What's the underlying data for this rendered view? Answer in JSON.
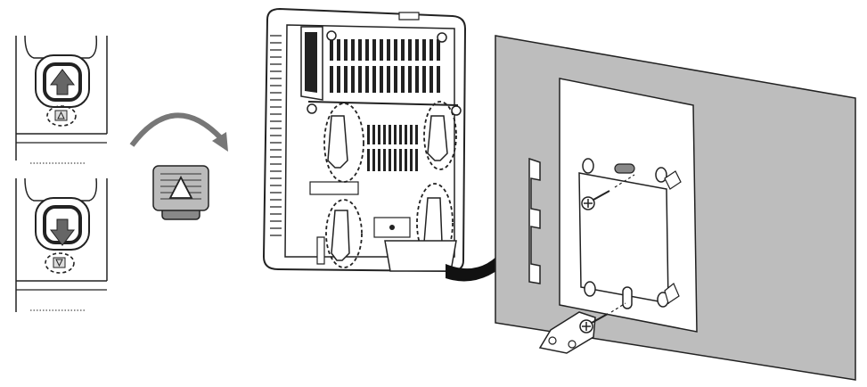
{
  "figure": {
    "panels": [
      {
        "name": "hook-up-detail",
        "arrow_direction": "up",
        "symbol": "triangle-up"
      },
      {
        "name": "hook-down-detail",
        "arrow_direction": "down",
        "symbol": "triangle-down"
      }
    ],
    "rotate_instruction": {
      "arrow": "curved-clockwise",
      "tab_symbol": "triangle-up"
    },
    "device": {
      "view": "rear",
      "highlighted_hooks": 4
    },
    "wall_plate": {
      "screws": 2,
      "pegs": 4,
      "slots": 2
    },
    "colors": {
      "line": "#222222",
      "wall": "#bdbdbd",
      "device_fill": "#ffffff",
      "tab_fill": "#8a8a8a",
      "arrow_fill": "#111111",
      "curved_arrow": "#777777"
    }
  }
}
